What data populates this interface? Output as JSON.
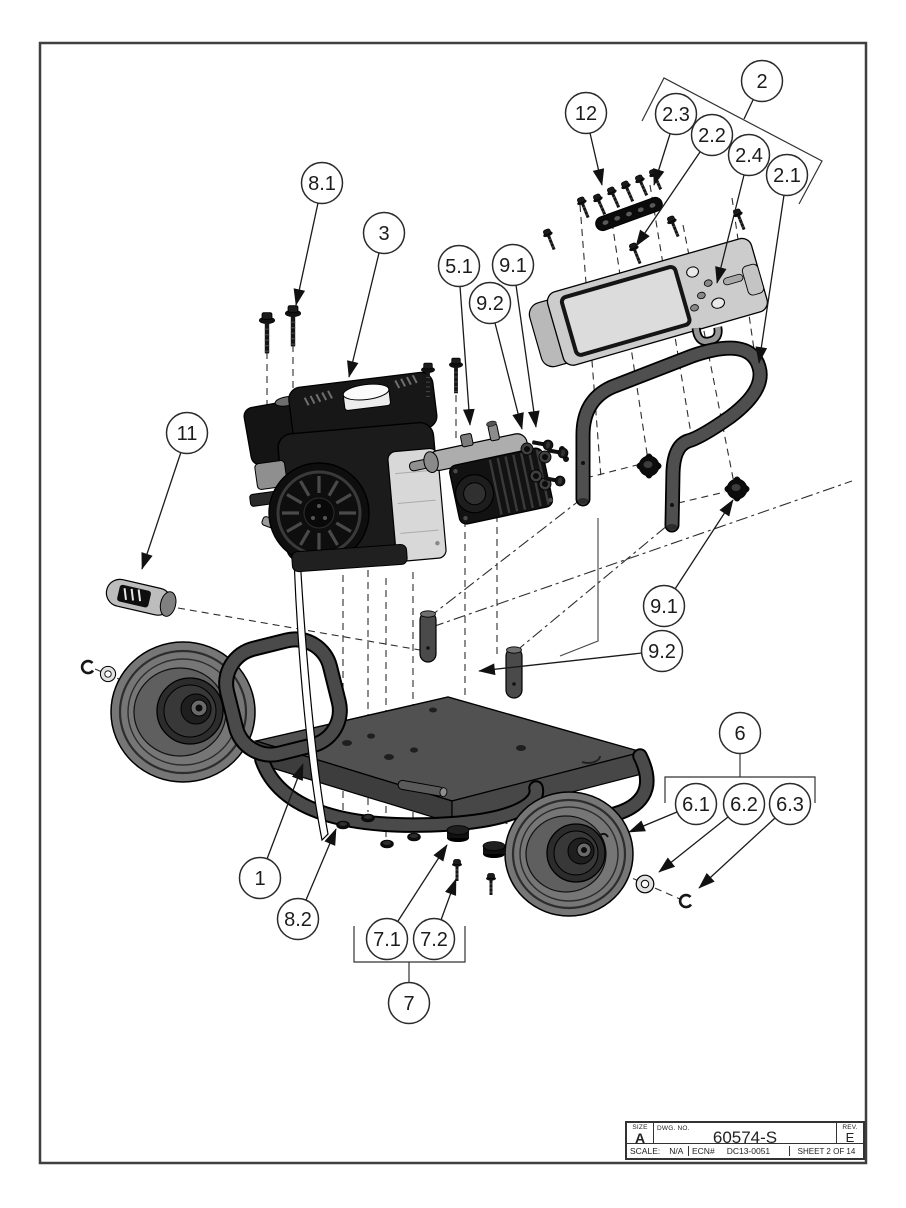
{
  "drawing": {
    "sheet_type": "exploded parts diagram",
    "colors": {
      "line": "#1a1a1a",
      "tube_gray": "#4a4a4a",
      "panel_gray": "#cccccc",
      "balloon_stroke": "#2b2b2b",
      "background": "#ffffff"
    }
  },
  "callouts": [
    {
      "label": "2"
    },
    {
      "label": "2.1"
    },
    {
      "label": "2.2"
    },
    {
      "label": "2.3"
    },
    {
      "label": "2.4"
    },
    {
      "label": "12"
    },
    {
      "label": "8.1"
    },
    {
      "label": "3"
    },
    {
      "label": "5.1"
    },
    {
      "label": "9.1"
    },
    {
      "label": "9.2"
    },
    {
      "label": "11"
    },
    {
      "label": "9.1"
    },
    {
      "label": "9.2"
    },
    {
      "label": "6"
    },
    {
      "label": "6.1"
    },
    {
      "label": "6.2"
    },
    {
      "label": "6.3"
    },
    {
      "label": "1"
    },
    {
      "label": "8.2"
    },
    {
      "label": "7.1"
    },
    {
      "label": "7.2"
    },
    {
      "label": "7"
    }
  ],
  "title_block": {
    "size_label": "SIZE",
    "size_value": "A",
    "dwg_no_label": "DWG. NO.",
    "dwg_no_value": "60574-S",
    "rev_label": "REV.",
    "rev_value": "E",
    "scale_label": "SCALE:",
    "scale_value": "N/A",
    "ecn_label": "ECN#",
    "ecn_value": "DC13-0051",
    "sheet_value": "SHEET 2 OF 14"
  }
}
